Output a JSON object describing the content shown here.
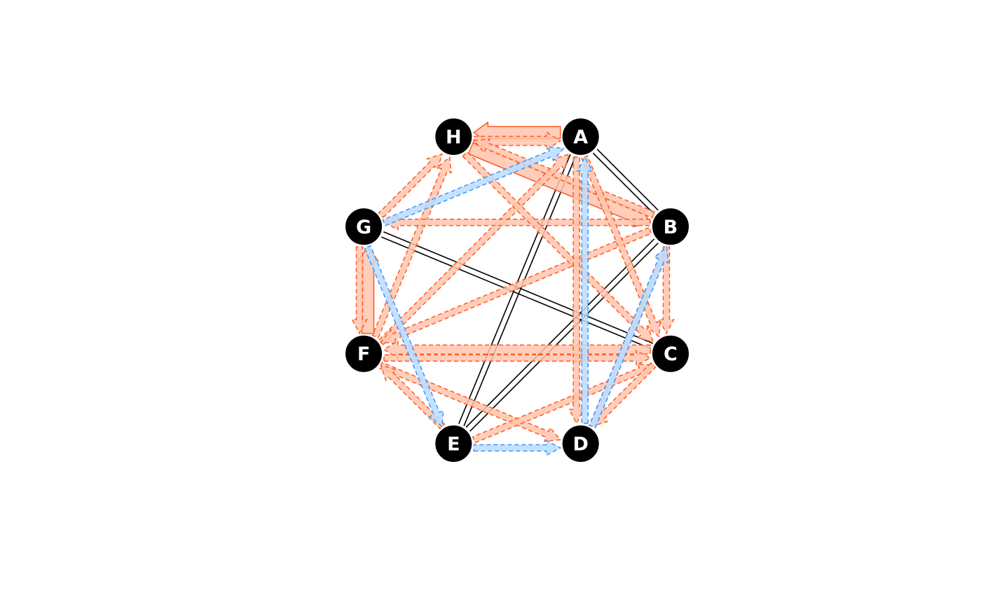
{
  "chart_data": {
    "type": "network",
    "layout": "circle",
    "nodes": [
      "A",
      "B",
      "C",
      "D",
      "E",
      "F",
      "G",
      "H"
    ],
    "colors": {
      "orange": "#ff5a1f",
      "orange_fill": "#ffc4ad",
      "blue": "#3399ff",
      "blue_fill": "#bcdcff",
      "black": "#000000",
      "node": "#000000"
    },
    "edges": [
      {
        "from": "A",
        "to": "B",
        "kind": "plain"
      },
      {
        "from": "B",
        "to": "A",
        "kind": "plain"
      },
      {
        "from": "A",
        "to": "E",
        "kind": "plain"
      },
      {
        "from": "E",
        "to": "A",
        "kind": "plain"
      },
      {
        "from": "B",
        "to": "E",
        "kind": "plain"
      },
      {
        "from": "E",
        "to": "B",
        "kind": "plain"
      },
      {
        "from": "G",
        "to": "C",
        "kind": "plain"
      },
      {
        "from": "C",
        "to": "G",
        "kind": "plain"
      },
      {
        "from": "A",
        "to": "H",
        "kind": "orange",
        "weight": 3
      },
      {
        "from": "H",
        "to": "A",
        "kind": "orange",
        "weight": 2
      },
      {
        "from": "H",
        "to": "B",
        "kind": "orange",
        "weight": 3
      },
      {
        "from": "B",
        "to": "H",
        "kind": "orange",
        "weight": 1
      },
      {
        "from": "G",
        "to": "H",
        "kind": "orange",
        "weight": 1
      },
      {
        "from": "F",
        "to": "H",
        "kind": "orange",
        "weight": 1
      },
      {
        "from": "F",
        "to": "A",
        "kind": "orange",
        "weight": 1
      },
      {
        "from": "B",
        "to": "G",
        "kind": "orange",
        "weight": 1
      },
      {
        "from": "B",
        "to": "F",
        "kind": "orange",
        "weight": 1
      },
      {
        "from": "C",
        "to": "F",
        "kind": "orange",
        "weight": 2
      },
      {
        "from": "F",
        "to": "C",
        "kind": "orange",
        "weight": 1
      },
      {
        "from": "F",
        "to": "G",
        "kind": "orange",
        "weight": 3
      },
      {
        "from": "G",
        "to": "F",
        "kind": "orange",
        "weight": 1
      },
      {
        "from": "F",
        "to": "D",
        "kind": "orange",
        "weight": 1
      },
      {
        "from": "E",
        "to": "F",
        "kind": "orange",
        "weight": 1
      },
      {
        "from": "E",
        "to": "C",
        "kind": "orange",
        "weight": 1
      },
      {
        "from": "C",
        "to": "D",
        "kind": "orange",
        "weight": 1
      },
      {
        "from": "D",
        "to": "B",
        "kind": "orange",
        "weight": 1
      },
      {
        "from": "B",
        "to": "C",
        "kind": "orange",
        "weight": 1
      },
      {
        "from": "A",
        "to": "C",
        "kind": "orange",
        "weight": 1
      },
      {
        "from": "H",
        "to": "C",
        "kind": "orange",
        "weight": 1
      },
      {
        "from": "A",
        "to": "D",
        "kind": "orange",
        "weight": 1
      },
      {
        "from": "G",
        "to": "A",
        "kind": "blue",
        "weight": 1
      },
      {
        "from": "D",
        "to": "A",
        "kind": "blue",
        "weight": 1
      },
      {
        "from": "D",
        "to": "B",
        "kind": "blue",
        "weight": 1
      },
      {
        "from": "G",
        "to": "E",
        "kind": "blue",
        "weight": 1
      },
      {
        "from": "E",
        "to": "D",
        "kind": "blue",
        "weight": 1
      }
    ]
  }
}
